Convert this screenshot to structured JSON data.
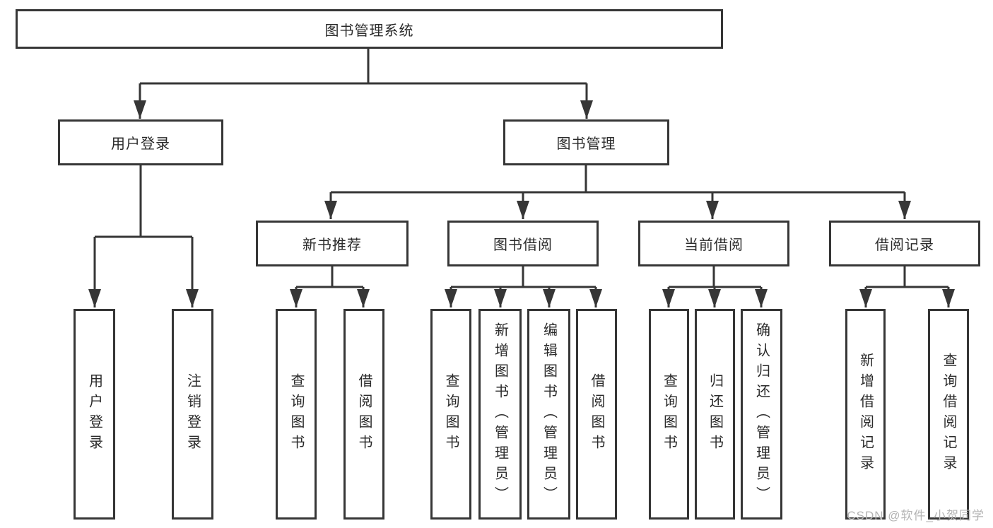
{
  "tree": {
    "root": "图书管理系统",
    "level2": [
      {
        "label": "用户登录",
        "children": [
          "用户登录",
          "注销登录"
        ]
      },
      {
        "label": "图书管理",
        "children": []
      }
    ],
    "level3": [
      {
        "label": "新书推荐",
        "children": [
          "查询图书",
          "借阅图书"
        ]
      },
      {
        "label": "图书借阅",
        "children": [
          "查询图书",
          "新增图书（管理员）",
          "编辑图书（管理员）",
          "借阅图书"
        ]
      },
      {
        "label": "当前借阅",
        "children": [
          "查询图书",
          "归还图书",
          "确认归还（管理员）"
        ]
      },
      {
        "label": "借阅记录",
        "children": [
          "新增借阅记录",
          "查询借阅记录"
        ]
      }
    ]
  },
  "watermark": "CSDN @软件_小贺同学",
  "colors": {
    "line": "#363636",
    "text": "#2a2a2a",
    "background": "#ffffff",
    "watermark": "#b4b4b4"
  }
}
